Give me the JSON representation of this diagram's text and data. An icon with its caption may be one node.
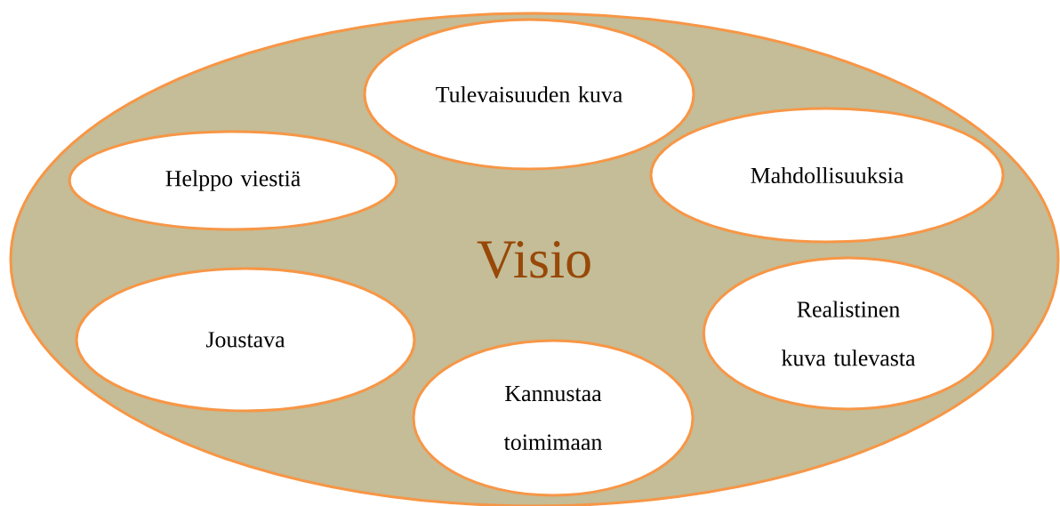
{
  "diagram": {
    "nodes": [
      {
        "text": [
          "Visio"
        ]
      },
      {
        "text": [
          "Tulevaisuuden kuva"
        ],
        "in": 0
      },
      {
        "text": [
          "Helppo viestiä"
        ],
        "in": 0
      },
      {
        "text": [
          "Mahdollisuuksia"
        ],
        "in": 0
      },
      {
        "text": [
          "Realistinen kuva tulevasta"
        ],
        "in": 0
      },
      {
        "text": [
          "Joustava"
        ],
        "in": 0
      },
      {
        "text": [
          "Kannustaa toimimaan"
        ],
        "in": 0
      }
    ]
  }
}
